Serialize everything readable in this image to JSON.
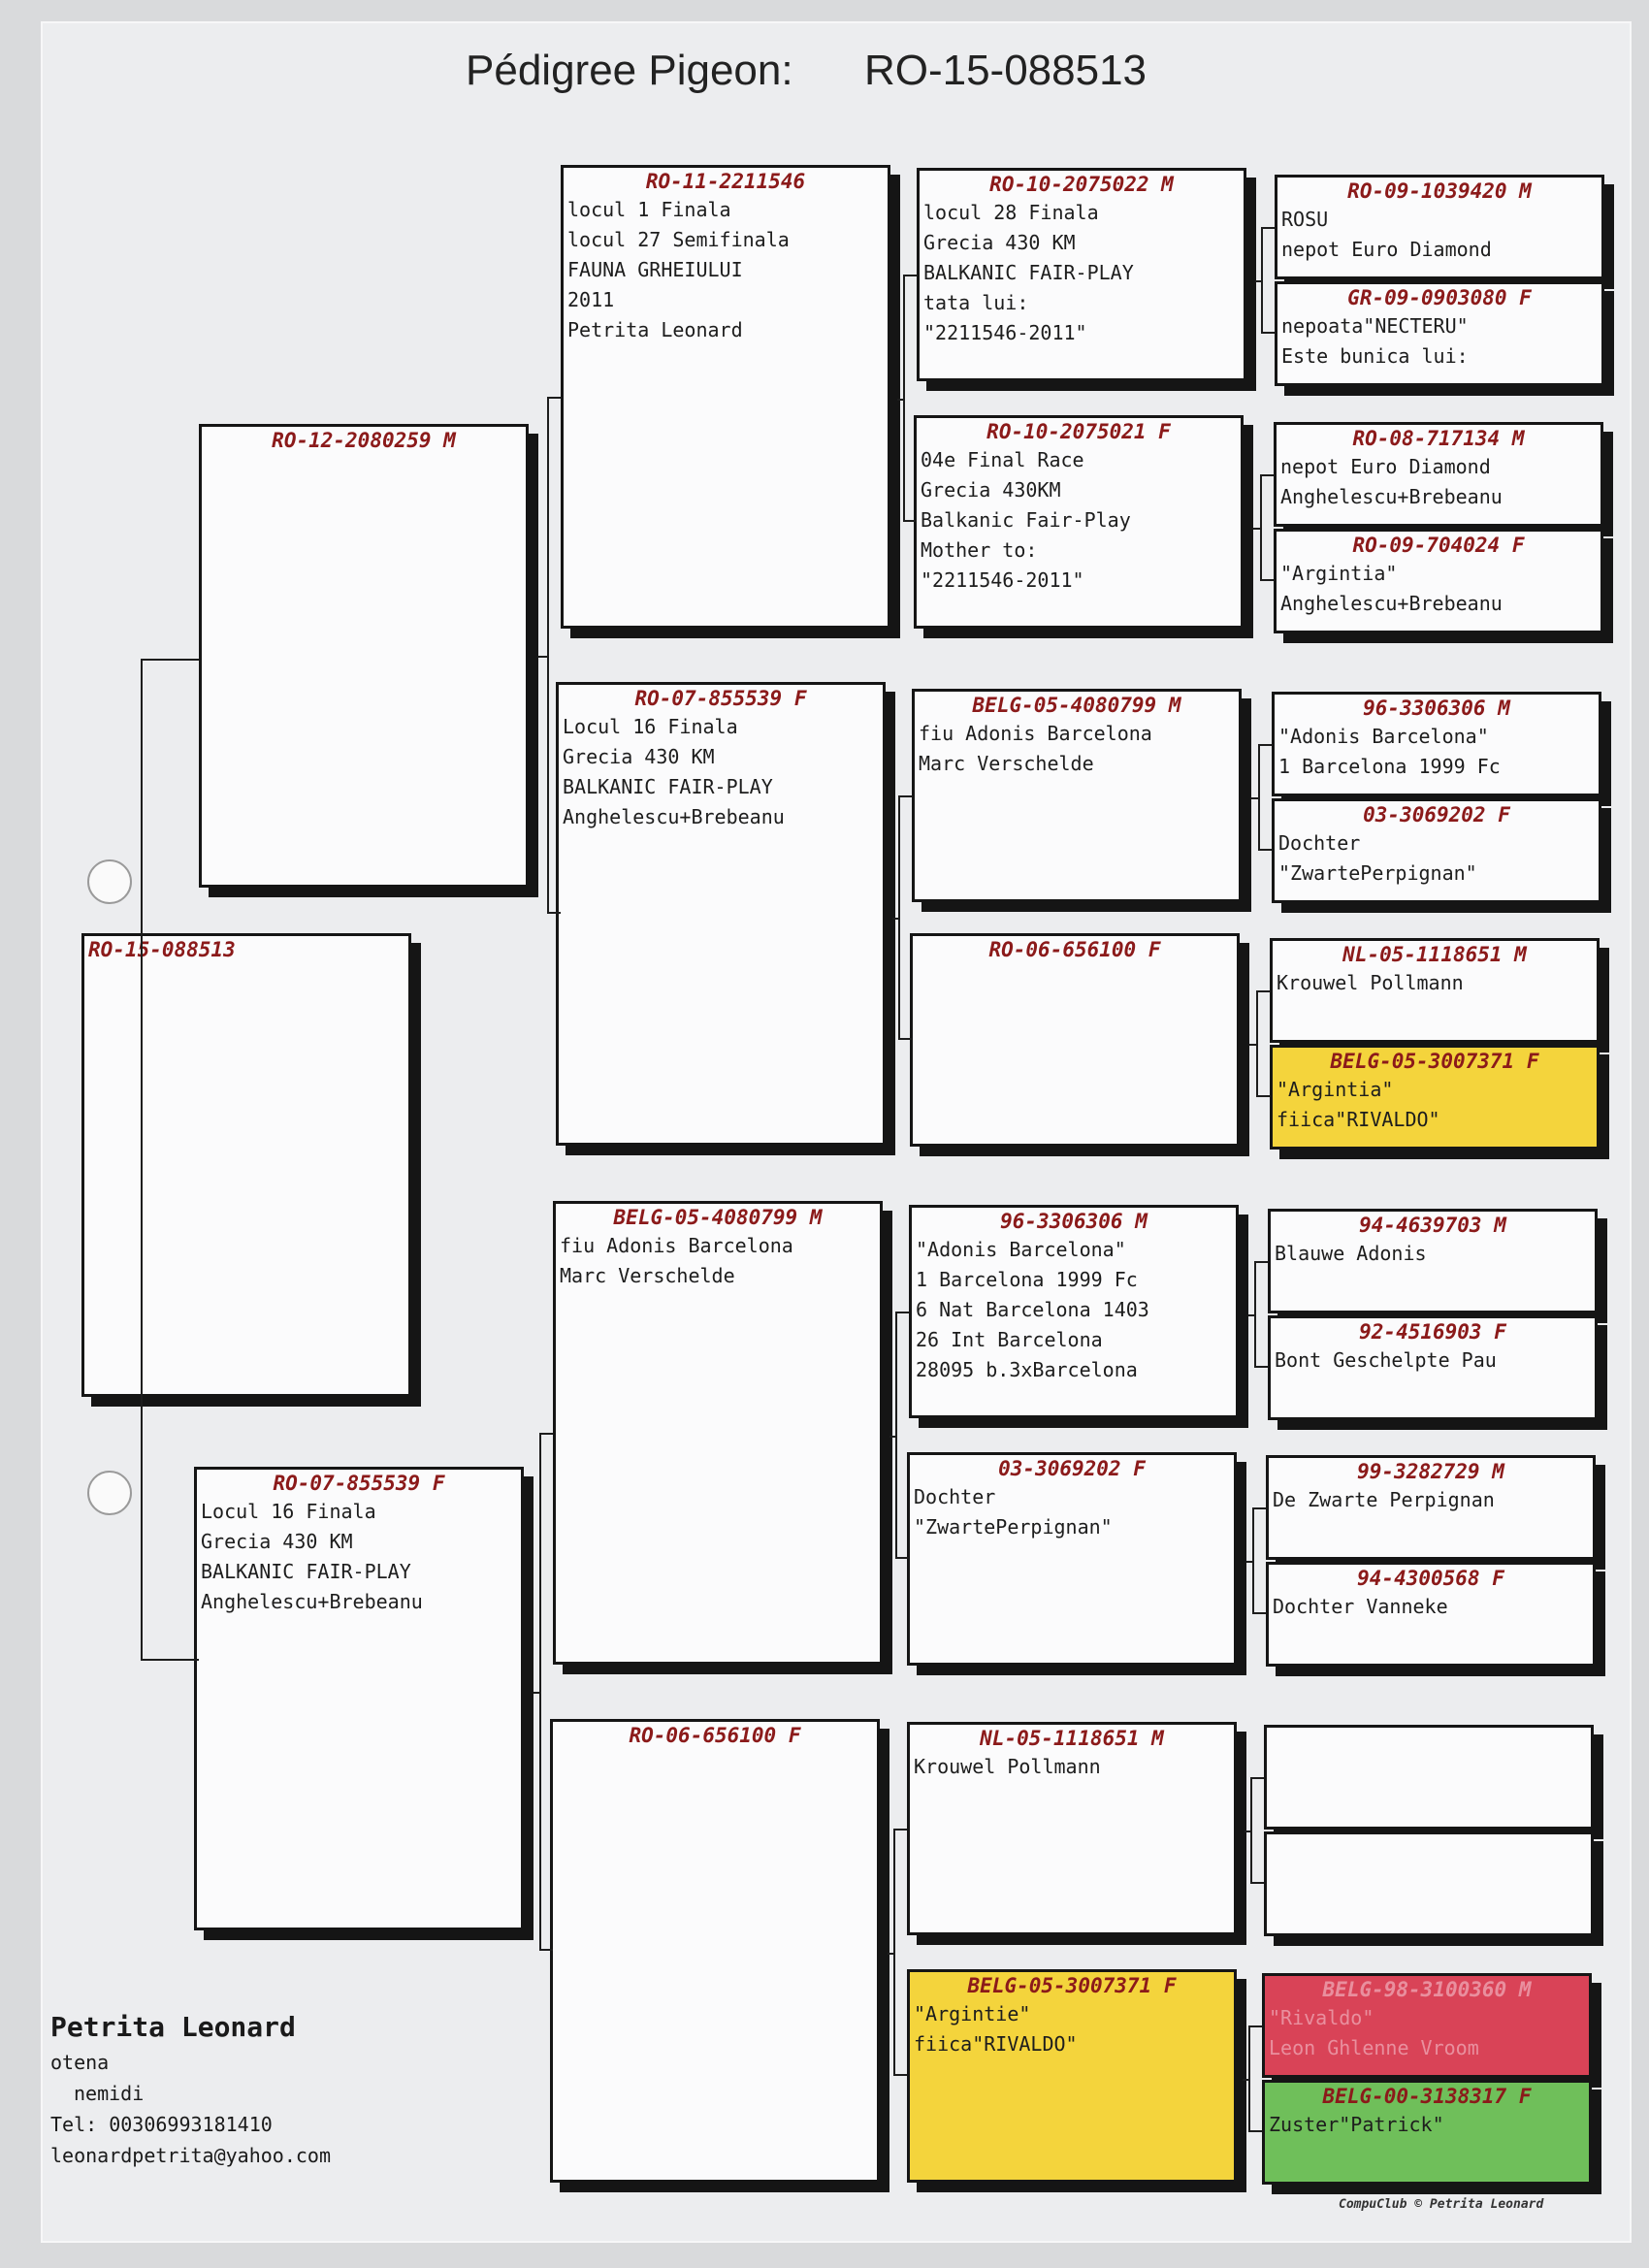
{
  "title": {
    "label": "Pédigree Pigeon:",
    "ring": "RO-15-088513"
  },
  "gen1": {
    "ring": "RO-15-088513",
    "lines": []
  },
  "gen2": [
    {
      "ring": "RO-12-2080259 M",
      "lines": []
    },
    {
      "ring": "RO-07-855539 F",
      "lines": [
        "Locul 16 Finala",
        "Grecia 430 KM",
        "BALKANIC FAIR-PLAY",
        "Anghelescu+Brebeanu"
      ]
    }
  ],
  "gen3": [
    {
      "ring": "RO-11-2211546",
      "lines": [
        "locul 1 Finala",
        "locul 27 Semifinala",
        "FAUNA GRHEIULUI",
        "2011",
        "Petrita Leonard"
      ]
    },
    {
      "ring": "RO-07-855539 F",
      "lines": [
        "Locul 16 Finala",
        "Grecia 430 KM",
        "BALKANIC FAIR-PLAY",
        "Anghelescu+Brebeanu"
      ]
    },
    {
      "ring": "BELG-05-4080799 M",
      "lines": [
        "fiu Adonis Barcelona",
        "Marc Verschelde"
      ]
    },
    {
      "ring": "RO-06-656100 F",
      "lines": []
    }
  ],
  "gen4": [
    {
      "ring": "RO-10-2075022 M",
      "lines": [
        "locul 28 Finala",
        "Grecia 430 KM",
        "BALKANIC FAIR-PLAY",
        "tata lui:",
        "\"2211546-2011\""
      ]
    },
    {
      "ring": "RO-10-2075021 F",
      "lines": [
        "04e Final Race",
        "Grecia 430KM",
        "Balkanic Fair-Play",
        "Mother to:",
        "\"2211546-2011\""
      ]
    },
    {
      "ring": "BELG-05-4080799 M",
      "lines": [
        "fiu Adonis Barcelona",
        "Marc Verschelde"
      ]
    },
    {
      "ring": "RO-06-656100 F",
      "lines": []
    },
    {
      "ring": "96-3306306 M",
      "lines": [
        "\"Adonis Barcelona\"",
        "1 Barcelona 1999 Fc",
        "6 Nat Barcelona 1403",
        "26 Int Barcelona",
        "28095 b.3xBarcelona"
      ]
    },
    {
      "ring": "03-3069202 F",
      "lines": [
        "Dochter",
        "\"ZwartePerpignan\""
      ]
    },
    {
      "ring": "NL-05-1118651 M",
      "lines": [
        "Krouwel Pollmann"
      ]
    },
    {
      "ring": "BELG-05-3007371 F",
      "lines": [
        "\"Argintie\"",
        "fiica\"RIVALDO\""
      ]
    }
  ],
  "gen5": [
    {
      "ring": "RO-09-1039420 M",
      "lines": [
        "ROSU",
        "nepot Euro Diamond"
      ]
    },
    {
      "ring": "GR-09-0903080 F",
      "lines": [
        "nepoata\"NECTERU\"",
        "Este bunica lui:"
      ]
    },
    {
      "ring": "RO-08-717134 M",
      "lines": [
        "nepot Euro Diamond",
        "Anghelescu+Brebeanu"
      ]
    },
    {
      "ring": "RO-09-704024 F",
      "lines": [
        "\"Argintia\"",
        "Anghelescu+Brebeanu"
      ]
    },
    {
      "ring": "96-3306306 M",
      "lines": [
        "\"Adonis Barcelona\"",
        "1 Barcelona 1999 Fc"
      ]
    },
    {
      "ring": "03-3069202 F",
      "lines": [
        "Dochter",
        "\"ZwartePerpignan\""
      ]
    },
    {
      "ring": "NL-05-1118651 M",
      "lines": [
        "Krouwel Pollmann"
      ]
    },
    {
      "ring": "BELG-05-3007371 F",
      "lines": [
        "\"Argintia\"",
        "fiica\"RIVALDO\""
      ]
    },
    {
      "ring": "94-4639703 M",
      "lines": [
        "Blauwe Adonis"
      ]
    },
    {
      "ring": "92-4516903 F",
      "lines": [
        "Bont Geschelpte Pau"
      ]
    },
    {
      "ring": "99-3282729 M",
      "lines": [
        "De Zwarte Perpignan"
      ]
    },
    {
      "ring": "94-4300568 F",
      "lines": [
        "Dochter Vanneke"
      ]
    },
    {
      "ring": "",
      "lines": []
    },
    {
      "ring": "",
      "lines": []
    },
    {
      "ring": "BELG-98-3100360 M",
      "lines": [
        "\"Rivaldo\"",
        "Leon Ghlenne Vroom"
      ]
    },
    {
      "ring": "BELG-00-3138317 F",
      "lines": [
        "Zuster\"Patrick\""
      ]
    }
  ],
  "owner": {
    "name": "Petrita Leonard",
    "lines": [
      "otena",
      "nemidi",
      "Tel: 00306993181410",
      "leonardpetrita@yahoo.com"
    ]
  },
  "footer": "CompuClub © Petrita Leonard"
}
